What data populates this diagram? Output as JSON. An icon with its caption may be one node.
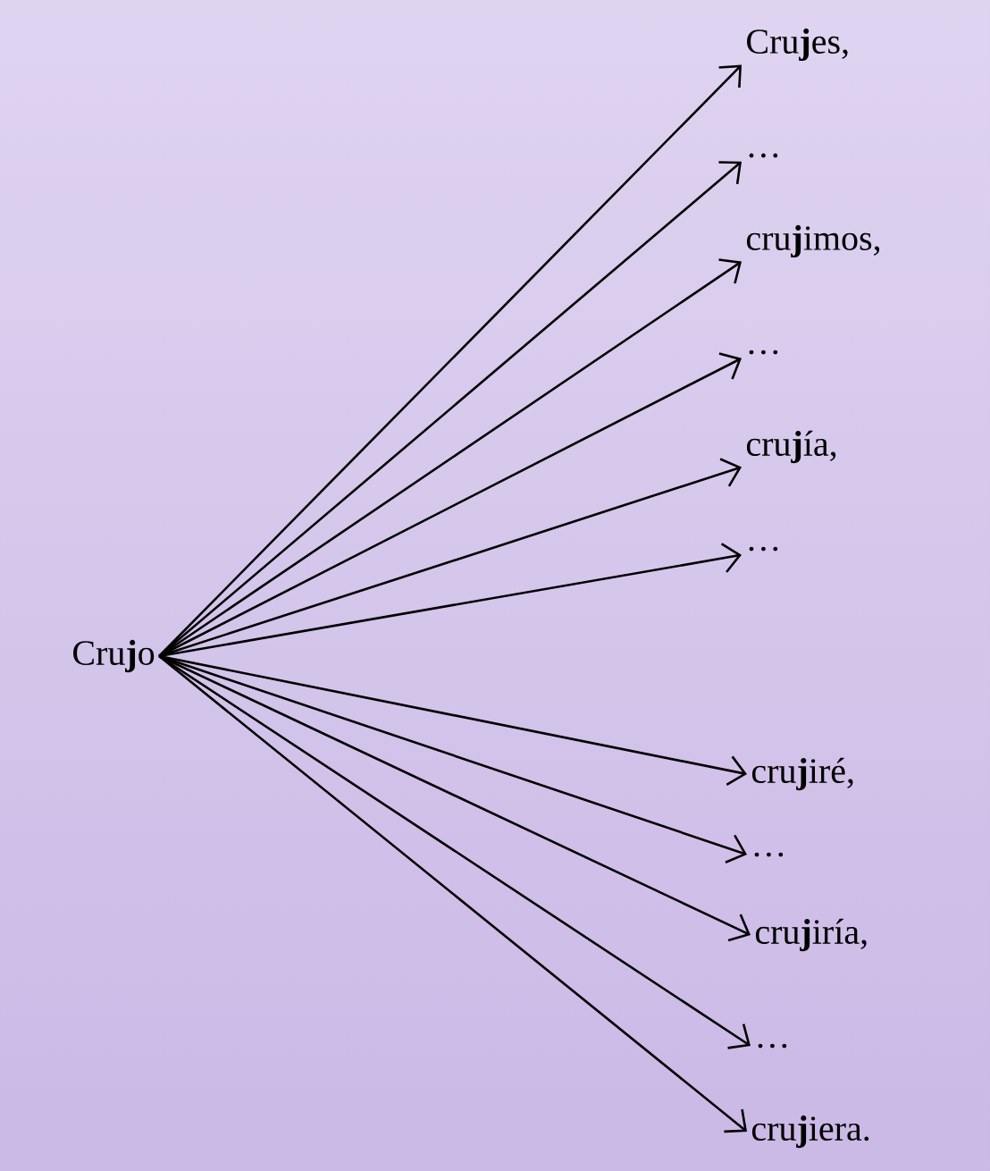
{
  "diagram": {
    "nodes": [
      {
        "text": [
          "Cru**j**o"
        ]
      },
      {
        "text": [
          "Cru**j**es,"
        ]
      },
      {
        "text": [
          "…"
        ]
      },
      {
        "text": [
          "cru**j**imos,"
        ]
      },
      {
        "text": [
          "…"
        ]
      },
      {
        "text": [
          "cru**j**ía,"
        ]
      },
      {
        "text": [
          "…"
        ]
      },
      {
        "text": [
          "cru**j**iré,"
        ]
      },
      {
        "text": [
          "…"
        ]
      },
      {
        "text": [
          "cru**j**iría,"
        ]
      },
      {
        "text": [
          "…"
        ]
      },
      {
        "text": [
          "cru**j**iera."
        ]
      }
    ],
    "edges": [
      {
        "from": 0,
        "to": 1,
        "arrow": "to"
      },
      {
        "from": 0,
        "to": 2,
        "arrow": "to"
      },
      {
        "from": 0,
        "to": 3,
        "arrow": "to"
      },
      {
        "from": 0,
        "to": 4,
        "arrow": "to"
      },
      {
        "from": 0,
        "to": 5,
        "arrow": "to"
      },
      {
        "from": 0,
        "to": 6,
        "arrow": "to"
      },
      {
        "from": 0,
        "to": 7,
        "arrow": "to"
      },
      {
        "from": 0,
        "to": 8,
        "arrow": "to"
      },
      {
        "from": 0,
        "to": 9,
        "arrow": "to"
      },
      {
        "from": 0,
        "to": 10,
        "arrow": "to"
      },
      {
        "from": 0,
        "to": 11,
        "arrow": "to"
      }
    ]
  }
}
